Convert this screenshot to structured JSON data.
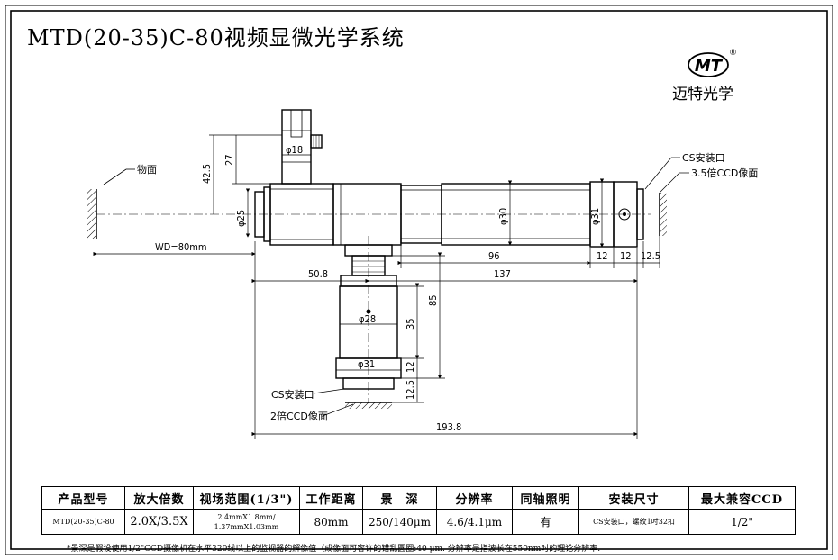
{
  "title": "MTD(20-35)C-80视频显微光学系统",
  "brand": {
    "logo_text": "MT",
    "registered": "®",
    "name": "迈特光学"
  },
  "labels": {
    "object_plane": "物面",
    "cs_mount_right": "CS安装口",
    "ccd_right": "3.5倍CCD像面",
    "cs_mount_bottom": "CS安装口",
    "ccd_bottom": "2倍CCD像面",
    "wd": "WD=80mm"
  },
  "dims": {
    "d18": "φ18",
    "d25": "φ25",
    "d30": "φ30",
    "d31_right": "φ31",
    "d28": "φ28",
    "d31_bottom": "φ31",
    "v42_5": "42.5",
    "v27": "27",
    "h96": "96",
    "h12a": "12",
    "h12b": "12",
    "h12_5": "12.5",
    "h50_8": "50.8",
    "h137": "137",
    "v85": "85",
    "v35": "35",
    "v12": "12",
    "v12_5": "12.5",
    "h193_8": "193.8"
  },
  "table": {
    "headers": [
      "产品型号",
      "放大倍数",
      "视场范围(1/3\")",
      "工作距离",
      "景　深",
      "分辨率",
      "同轴照明",
      "安装尺寸",
      "最大兼容CCD"
    ],
    "row": {
      "model": "MTD(20-35)C-80",
      "mag": "2.0X/3.5X",
      "fov": "2.4mmX1.8mm/ 1.37mmX1.03mm",
      "wd": "80mm",
      "dof": "250/140μm",
      "res": "4.6/4.1μm",
      "coax": "有",
      "mount": "CS安装口，螺纹1吋32扣",
      "ccd": "1/2\""
    }
  },
  "footnote": "*景深是假设使用1/2\"CCD摄像机在水平320线以上的监视器的解像值（成像面可容许的错乱圆圈:40  μm. 分辨率是指波长在550nm时的理论分辨率."
}
